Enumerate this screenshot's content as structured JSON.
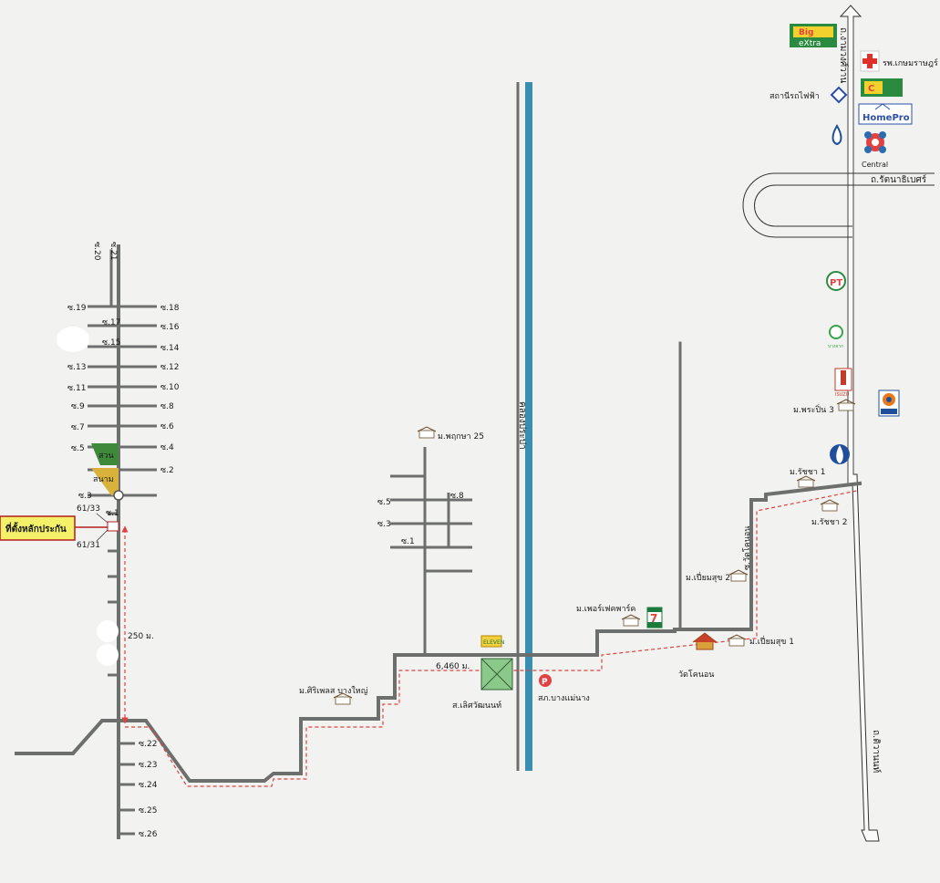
{
  "location": {
    "label": "ที่ตั้งหลักประกัน",
    "parcel_top": "61/33",
    "parcel_bottom": "61/31"
  },
  "left_soi": {
    "top_left": "ซ.20",
    "top_right": "ซ.21",
    "left": [
      "ซ.19",
      "ซ.17",
      "ซ.15",
      "ซ.13",
      "ซ.11",
      "ซ.9",
      "ซ.7",
      "ซ.5",
      "ซ.3",
      "ซ.1"
    ],
    "right": [
      "ซ.18",
      "ซ.16",
      "ซ.14",
      "ซ.12",
      "ซ.10",
      "ซ.8",
      "ซ.6",
      "ซ.4",
      "ซ.2"
    ],
    "bottom": [
      "ซ.22",
      "ซ.23",
      "ซ.24",
      "ซ.25",
      "ซ.26"
    ]
  },
  "field_green": "สวน",
  "field_yellow": "สนาม",
  "distance_250": "250 ม.",
  "distance_6460": "6,460 ม.",
  "middle_soi": [
    "ซ.5",
    "ซ.8",
    "ซ.3",
    "ซ.1"
  ],
  "canal": "คลองประปา",
  "right_road": {
    "top_name": "ถ.งามวงศ์วาน",
    "bottom_name": "ถ.ติวานนท์",
    "cross_road": "ถ.รัตนาธิเบศร์",
    "soi_wat_khanon": "ซ.วัดโคนอน"
  },
  "places": {
    "kasemrad": "รพ.เกษมราษฎร์",
    "skytrain": "สถานีรถไฟฟ้า",
    "wat_khanon": "วัดโคนอน",
    "sahakorn": "สภ.บางแม่นาง",
    "intersection": "ส.เลิศวัฒนนท์"
  },
  "villages": {
    "pruksa": "ม.พฤกษา 25",
    "sirivilla": "ม.ศิริเพลส บางใหญ่",
    "perfect_park": "ม.เพอร์เฟคพาร์ค",
    "piamsuk2": "ม.เปี่ยมสุข 2",
    "piamsuk1": "ม.เปี่ยมสุข 1",
    "pranee": "ม.พระปิ่น 3",
    "ratcha1": "ม.รัชชา 1",
    "ratcha2": "ม.รัชชา 2"
  },
  "brands": {
    "bigc_extra_1": "Big",
    "bigc_extra_2": "eXtra",
    "bigc": "C",
    "homepro": "HomePro",
    "central": "Central",
    "pt": "PT",
    "seven_eleven": "7",
    "seven_eleven_2": "ELEVEN",
    "bangchak": "บางจาก",
    "isuzu": "ISUZU",
    "parking": "P"
  },
  "colors": {
    "road": "#6d6f6e",
    "canal": "#3a8fb0",
    "route": "#e04141",
    "field_green": "#3f8a3a",
    "field_yellow": "#d9b23c"
  }
}
